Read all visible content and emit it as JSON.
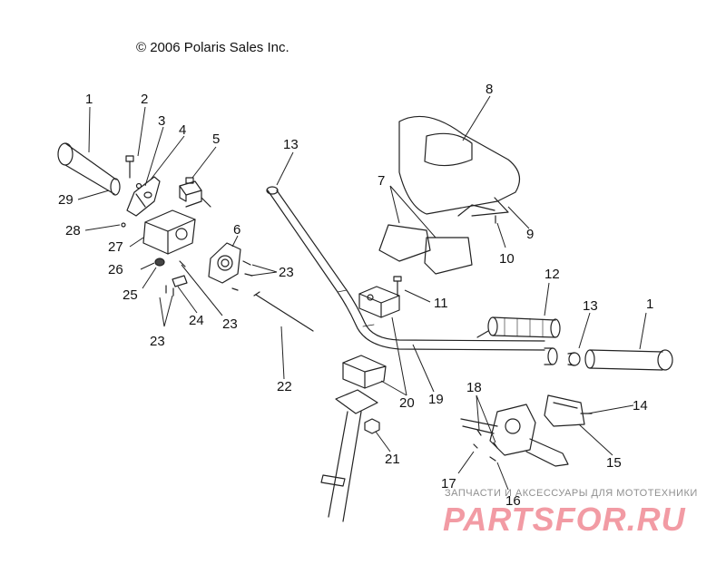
{
  "copyright": "© 2006 Polaris Sales Inc.",
  "watermark": {
    "subtitle": "ЗАПЧАСТИ И АКСЕССУАРЫ ДЛЯ МОТОТЕХНИКИ",
    "logo": "PARTSFOR.RU",
    "color": "#f08a95"
  },
  "callouts": [
    {
      "id": "c1a",
      "label": "1"
    },
    {
      "id": "c1b",
      "label": "1"
    },
    {
      "id": "c2",
      "label": "2"
    },
    {
      "id": "c3",
      "label": "3"
    },
    {
      "id": "c4",
      "label": "4"
    },
    {
      "id": "c5",
      "label": "5"
    },
    {
      "id": "c6",
      "label": "6"
    },
    {
      "id": "c7",
      "label": "7"
    },
    {
      "id": "c8",
      "label": "8"
    },
    {
      "id": "c9",
      "label": "9"
    },
    {
      "id": "c10",
      "label": "10"
    },
    {
      "id": "c11",
      "label": "11"
    },
    {
      "id": "c12",
      "label": "12"
    },
    {
      "id": "c13a",
      "label": "13"
    },
    {
      "id": "c13b",
      "label": "13"
    },
    {
      "id": "c14",
      "label": "14"
    },
    {
      "id": "c15",
      "label": "15"
    },
    {
      "id": "c16",
      "label": "16"
    },
    {
      "id": "c17",
      "label": "17"
    },
    {
      "id": "c18",
      "label": "18"
    },
    {
      "id": "c19",
      "label": "19"
    },
    {
      "id": "c20",
      "label": "20"
    },
    {
      "id": "c21",
      "label": "21"
    },
    {
      "id": "c22",
      "label": "22"
    },
    {
      "id": "c23a",
      "label": "23"
    },
    {
      "id": "c23b",
      "label": "23"
    },
    {
      "id": "c23c",
      "label": "23"
    },
    {
      "id": "c24",
      "label": "24"
    },
    {
      "id": "c25",
      "label": "25"
    },
    {
      "id": "c26",
      "label": "26"
    },
    {
      "id": "c27",
      "label": "27"
    },
    {
      "id": "c28",
      "label": "28"
    },
    {
      "id": "c29",
      "label": "29"
    }
  ]
}
